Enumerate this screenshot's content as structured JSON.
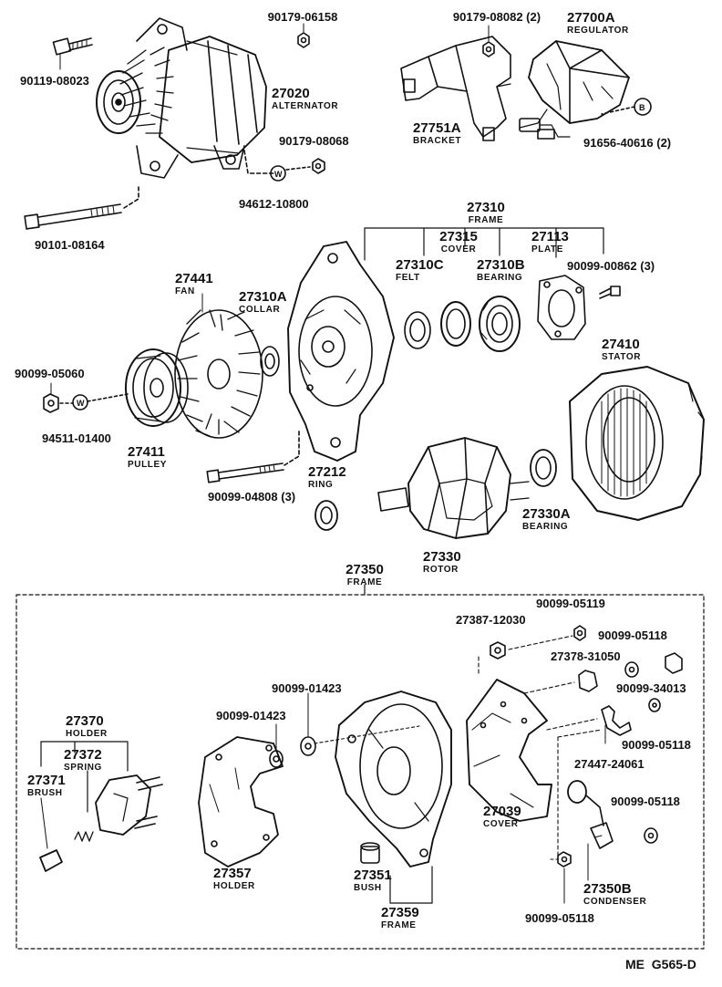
{
  "parts": [
    {
      "id": "p1",
      "num": "90179-06158"
    },
    {
      "id": "p2",
      "num": "90179-08082 (2)"
    },
    {
      "id": "p3",
      "num": "27700A",
      "name": "REGULATOR"
    },
    {
      "id": "p4",
      "num": "90119-08023"
    },
    {
      "id": "p5",
      "num": "27020",
      "name": "ALTERNATOR"
    },
    {
      "id": "p6",
      "num": "27751A",
      "name": "BRACKET"
    },
    {
      "id": "p7",
      "num": "91656-40616 (2)"
    },
    {
      "id": "p8",
      "num": "90179-08068"
    },
    {
      "id": "p9",
      "num": "94612-10800"
    },
    {
      "id": "p10",
      "num": "90101-08164"
    },
    {
      "id": "p11",
      "num": "27310",
      "name": "FRAME"
    },
    {
      "id": "p12",
      "num": "27315",
      "name": "COVER"
    },
    {
      "id": "p13",
      "num": "27310C",
      "name": "FELT"
    },
    {
      "id": "p14",
      "num": "27310B",
      "name": "BEARING"
    },
    {
      "id": "p15",
      "num": "27113",
      "name": "PLATE"
    },
    {
      "id": "p16",
      "num": "90099-00862 (3)"
    },
    {
      "id": "p17",
      "num": "27441",
      "name": "FAN"
    },
    {
      "id": "p18",
      "num": "27310A",
      "name": "COLLAR"
    },
    {
      "id": "p19",
      "num": "27410",
      "name": "STATOR"
    },
    {
      "id": "p20",
      "num": "90099-05060"
    },
    {
      "id": "p21",
      "num": "94511-01400"
    },
    {
      "id": "p22",
      "num": "27411",
      "name": "PULLEY"
    },
    {
      "id": "p23",
      "num": "27212",
      "name": "RING"
    },
    {
      "id": "p24",
      "num": "90099-04808 (3)"
    },
    {
      "id": "p25",
      "num": "27330A",
      "name": "BEARING"
    },
    {
      "id": "p26",
      "num": "27330",
      "name": "ROTOR"
    },
    {
      "id": "p27",
      "num": "27350",
      "name": "FRAME"
    },
    {
      "id": "p28",
      "num": "90099-05119"
    },
    {
      "id": "p29",
      "num": "27387-12030"
    },
    {
      "id": "p30",
      "num": "90099-05118"
    },
    {
      "id": "p31",
      "num": "27378-31050"
    },
    {
      "id": "p32",
      "num": "90099-34013"
    },
    {
      "id": "p33",
      "num": "90099-01423"
    },
    {
      "id": "p34",
      "num": "90099-01423"
    },
    {
      "id": "p35",
      "num": "90099-05118"
    },
    {
      "id": "p36",
      "num": "27447-24061"
    },
    {
      "id": "p37",
      "num": "27370",
      "name": "HOLDER"
    },
    {
      "id": "p38",
      "num": "27372",
      "name": "SPRING"
    },
    {
      "id": "p39",
      "num": "27371",
      "name": "BRUSH"
    },
    {
      "id": "p40",
      "num": "27039",
      "name": "COVER"
    },
    {
      "id": "p41",
      "num": "90099-05118"
    },
    {
      "id": "p42",
      "num": "27357",
      "name": "HOLDER"
    },
    {
      "id": "p43",
      "num": "27351",
      "name": "BUSH"
    },
    {
      "id": "p44",
      "num": "27350B",
      "name": "CONDENSER"
    },
    {
      "id": "p45",
      "num": "27359",
      "name": "FRAME"
    },
    {
      "id": "p46",
      "num": "90099-05118"
    }
  ],
  "footer": {
    "code": "ME  G565-D"
  }
}
